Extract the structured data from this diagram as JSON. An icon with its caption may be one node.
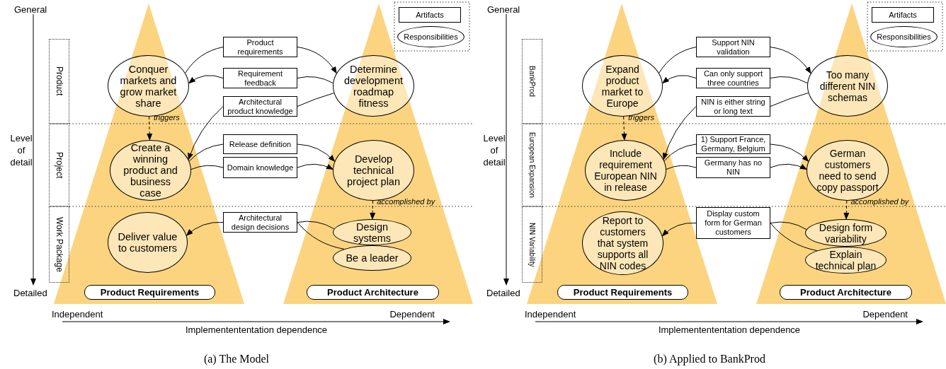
{
  "diagram": {
    "nodes": [
      {
        "text": [
          "Product"
        ]
      },
      {
        "text": [
          "Project"
        ]
      },
      {
        "text": [
          "Work Package"
        ]
      },
      {
        "text": [
          "Conquer markets and grow market share"
        ]
      },
      {
        "text": [
          "Product requirements"
        ]
      },
      {
        "text": [
          "Determine development roadmap fitness"
        ]
      },
      {
        "text": [
          "Requirement feedback"
        ]
      },
      {
        "text": [
          "Architectural product knowledge"
        ]
      },
      {
        "text": [
          "Create a winning product and business case"
        ]
      },
      {
        "text": [
          "Release definition"
        ]
      },
      {
        "text": [
          "Domain knowledge"
        ]
      },
      {
        "text": [
          "Develop technical project plan"
        ]
      },
      {
        "text": [
          "Architectural design decisions"
        ]
      },
      {
        "text": [
          "Deliver value to customers"
        ]
      },
      {
        "text": [
          "Design systems"
        ]
      },
      {
        "text": [
          "Be a leader"
        ]
      },
      {
        "text": [
          "Product Requirements"
        ]
      },
      {
        "text": [
          "Product Architecture"
        ]
      },
      {
        "text": [
          "BankProd"
        ]
      },
      {
        "text": [
          "European Expansion"
        ]
      },
      {
        "text": [
          "NIN Variability"
        ]
      },
      {
        "text": [
          "Expand product market to Europe"
        ]
      },
      {
        "text": [
          "Support NIN validation"
        ]
      },
      {
        "text": [
          "Too many different NIN schemas"
        ]
      },
      {
        "text": [
          "Can only support three countries"
        ]
      },
      {
        "text": [
          "NIN is either string or long text"
        ]
      },
      {
        "text": [
          "Include requirement European NIN in release"
        ]
      },
      {
        "text": [
          "1) Support France, Germany, Belgium"
        ]
      },
      {
        "text": [
          "Germany has no NIN"
        ]
      },
      {
        "text": [
          "German customers need to send copy passport"
        ]
      },
      {
        "text": [
          "Display custom form for German customers"
        ]
      },
      {
        "text": [
          "Report to customers that system supports all NIN codes"
        ]
      },
      {
        "text": [
          "Design form variability"
        ]
      },
      {
        "text": [
          "Explain technical plan"
        ]
      },
      {
        "text": [
          "Product Requirements"
        ]
      },
      {
        "text": [
          "Product Architecture"
        ]
      }
    ],
    "edges": [
      {
        "from": 3,
        "to": 4,
        "arrow": "none"
      },
      {
        "from": 4,
        "to": 5,
        "arrow": "to"
      },
      {
        "from": 5,
        "to": 6,
        "arrow": "none"
      },
      {
        "from": 6,
        "to": 3,
        "arrow": "to"
      },
      {
        "from": 5,
        "to": 7,
        "arrow": "none"
      },
      {
        "from": 7,
        "to": 8,
        "arrow": "to"
      },
      {
        "from": 3,
        "to": 8,
        "arrow": "to",
        "label": "triggers",
        "style": "dashed"
      },
      {
        "from": 8,
        "to": 9,
        "arrow": "none"
      },
      {
        "from": 9,
        "to": 11,
        "arrow": "to"
      },
      {
        "from": 8,
        "to": 10,
        "arrow": "none"
      },
      {
        "from": 10,
        "to": 11,
        "arrow": "to"
      },
      {
        "from": 11,
        "to": 14,
        "arrow": "to",
        "label": "accomplished by",
        "style": "dashed"
      },
      {
        "from": 14,
        "to": 12,
        "arrow": "none"
      },
      {
        "from": 15,
        "to": 12,
        "arrow": "none"
      },
      {
        "from": 12,
        "to": 13,
        "arrow": "to"
      },
      {
        "from": 21,
        "to": 22,
        "arrow": "none"
      },
      {
        "from": 22,
        "to": 23,
        "arrow": "to"
      },
      {
        "from": 23,
        "to": 24,
        "arrow": "none"
      },
      {
        "from": 24,
        "to": 21,
        "arrow": "to"
      },
      {
        "from": 23,
        "to": 25,
        "arrow": "none"
      },
      {
        "from": 25,
        "to": 26,
        "arrow": "to"
      },
      {
        "from": 21,
        "to": 26,
        "arrow": "to",
        "label": "triggers",
        "style": "dashed"
      },
      {
        "from": 26,
        "to": 27,
        "arrow": "none"
      },
      {
        "from": 27,
        "to": 29,
        "arrow": "to"
      },
      {
        "from": 26,
        "to": 28,
        "arrow": "none"
      },
      {
        "from": 28,
        "to": 29,
        "arrow": "to"
      },
      {
        "from": 29,
        "to": 32,
        "arrow": "to",
        "label": "accomplished by",
        "style": "dashed"
      },
      {
        "from": 32,
        "to": 30,
        "arrow": "none"
      },
      {
        "from": 33,
        "to": 30,
        "arrow": "none"
      },
      {
        "from": 30,
        "to": 31,
        "arrow": "to"
      }
    ],
    "labels": [
      "General",
      "Level of detail",
      "Detailed",
      "Independent",
      "Dependent",
      "Implementententation dependence",
      "(a) The Model",
      "General",
      "Level of detail",
      "Detailed",
      "Independent",
      "Dependent",
      "Implementententation dependence",
      "(b) Applied to BankProd"
    ],
    "legend": [
      {
        "text": "Artifacts"
      },
      {
        "text": "Responsibilities"
      },
      {
        "text": "Artifacts"
      },
      {
        "text": "Responsibilities"
      }
    ]
  }
}
